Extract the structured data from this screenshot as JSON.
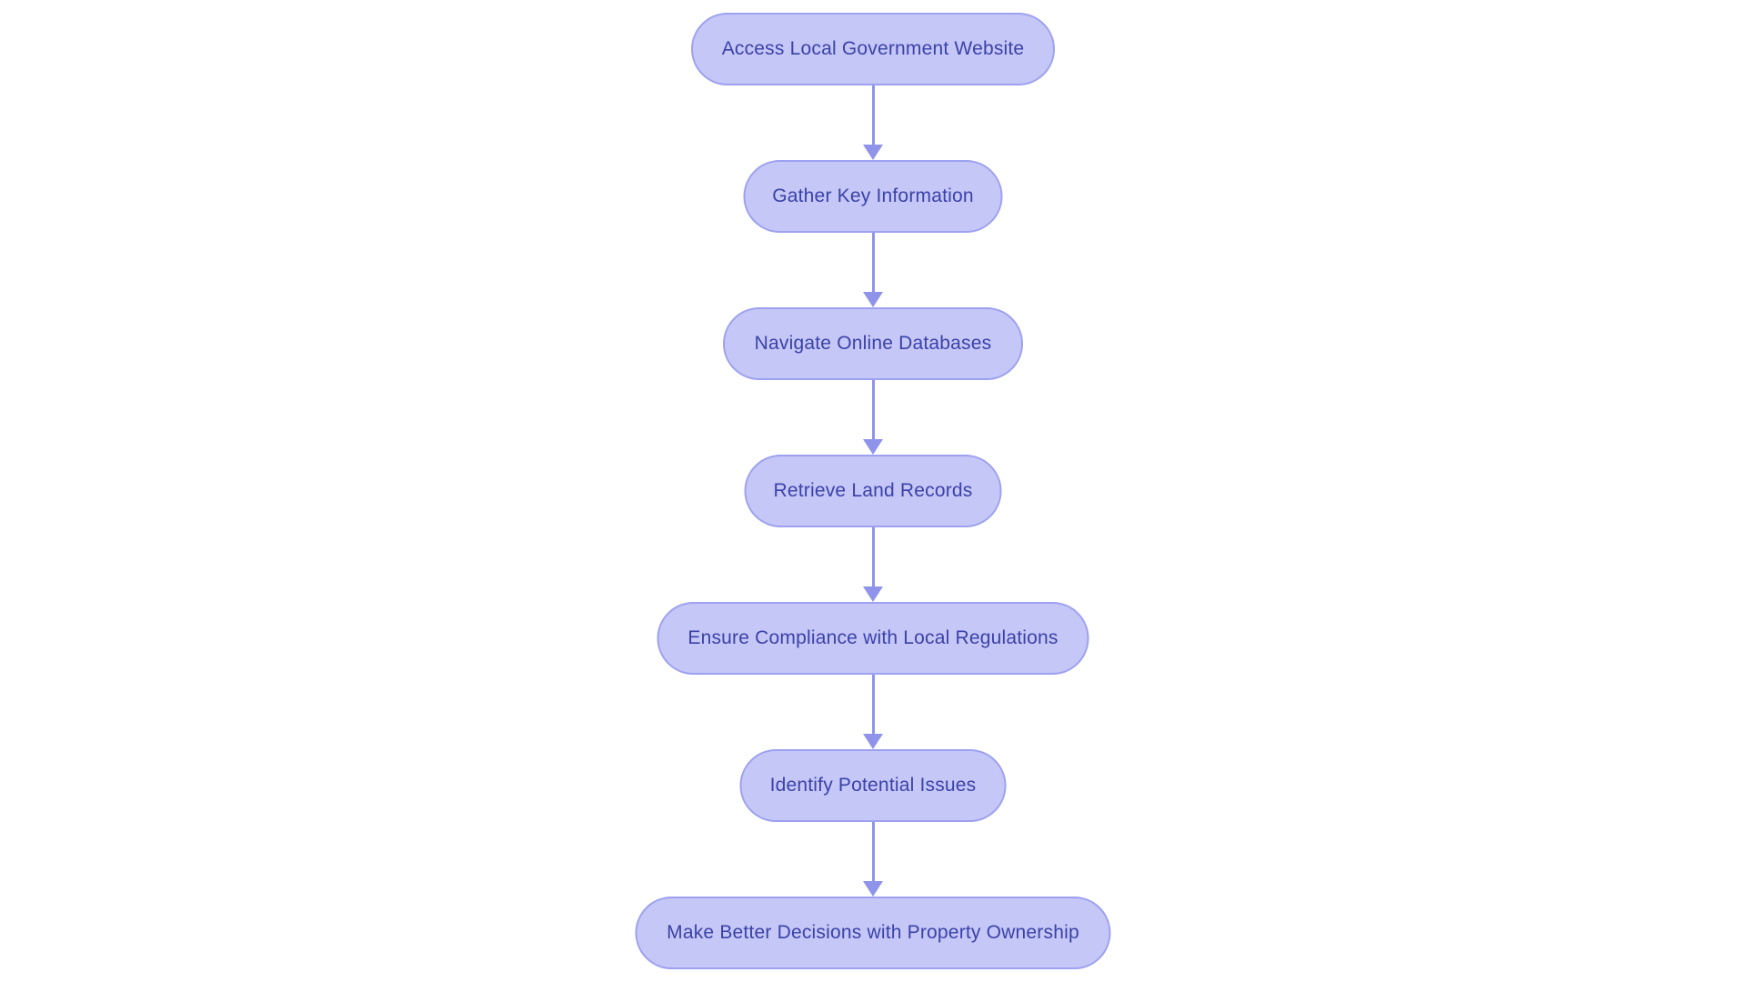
{
  "diagram": {
    "type": "flowchart",
    "direction": "top-down",
    "colors": {
      "background": "#ffffff",
      "node_fill": "#c5c7f7",
      "node_border": "#9da1ef",
      "node_text": "#3b42a8",
      "arrow": "#8f94ea"
    },
    "nodes": [
      {
        "id": "n1",
        "label": "Access Local Government Website"
      },
      {
        "id": "n2",
        "label": "Gather Key Information"
      },
      {
        "id": "n3",
        "label": "Navigate Online Databases"
      },
      {
        "id": "n4",
        "label": "Retrieve Land Records"
      },
      {
        "id": "n5",
        "label": "Ensure Compliance with Local Regulations"
      },
      {
        "id": "n6",
        "label": "Identify Potential Issues"
      },
      {
        "id": "n7",
        "label": "Make Better Decisions with Property Ownership"
      }
    ],
    "edges": [
      {
        "from": "n1",
        "to": "n2"
      },
      {
        "from": "n2",
        "to": "n3"
      },
      {
        "from": "n3",
        "to": "n4"
      },
      {
        "from": "n4",
        "to": "n5"
      },
      {
        "from": "n5",
        "to": "n6"
      },
      {
        "from": "n6",
        "to": "n7"
      }
    ]
  }
}
